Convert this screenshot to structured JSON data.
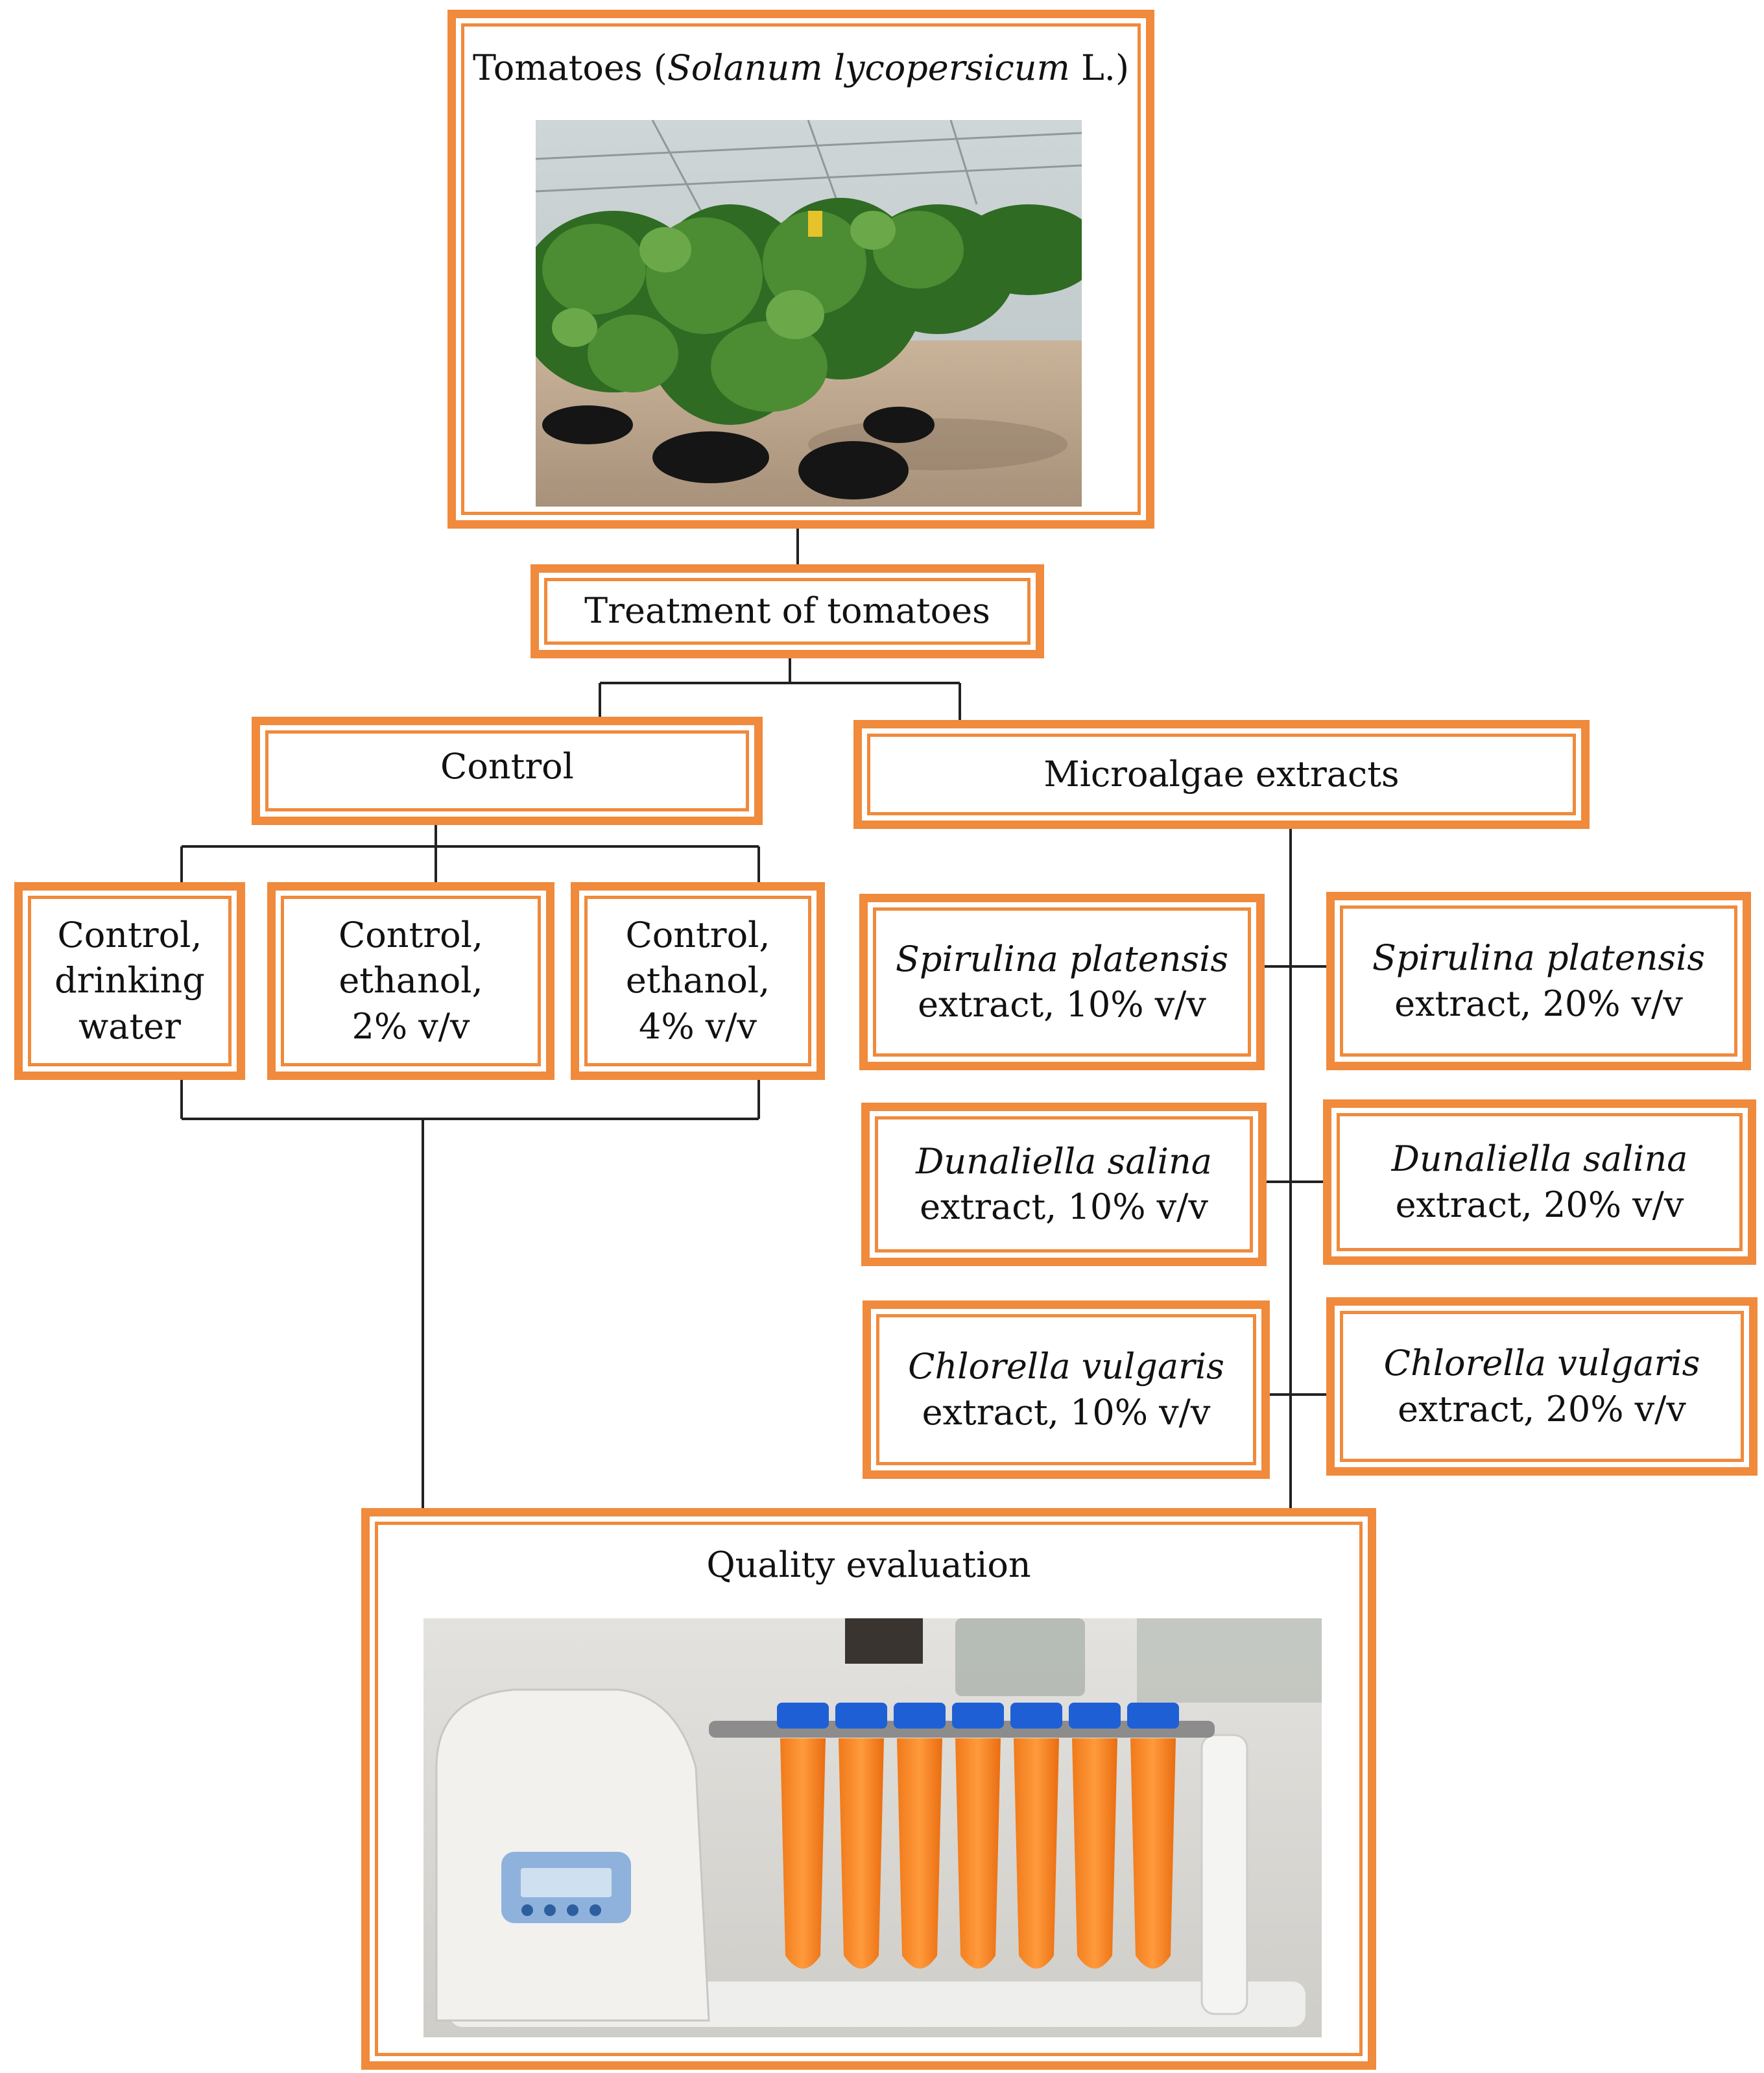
{
  "top": {
    "title_prefix": "Tomatoes (",
    "title_species": "Solanum lycopersicum",
    "title_suffix": " L.)",
    "photo": "greenhouse-tomato-plants-photo"
  },
  "treatment": {
    "label": "Treatment of tomatoes"
  },
  "control": {
    "label": "Control",
    "items": [
      {
        "lines": [
          "Control,",
          "drinking",
          "water"
        ]
      },
      {
        "lines": [
          "Control,",
          "ethanol,",
          "2% v/v"
        ]
      },
      {
        "lines": [
          "Control,",
          "ethanol,",
          "4% v/v"
        ]
      }
    ]
  },
  "microalgae": {
    "label": "Microalgae extracts",
    "items": [
      {
        "species": "Spirulina platensis",
        "conc": "extract, 10% v/v"
      },
      {
        "species": "Spirulina platensis",
        "conc": "extract, 20% v/v"
      },
      {
        "species": "Dunaliella salina",
        "conc": "extract, 10% v/v"
      },
      {
        "species": "Dunaliella salina",
        "conc": "extract, 20% v/v"
      },
      {
        "species": "Chlorella vulgaris",
        "conc": "extract, 10% v/v"
      },
      {
        "species": "Chlorella vulgaris",
        "conc": "extract, 20% v/v"
      }
    ]
  },
  "quality": {
    "label": "Quality evaluation",
    "photo": "rotator-with-orange-extract-tubes-photo"
  },
  "colors": {
    "border": "#f08a3c",
    "connector": "#222222"
  }
}
